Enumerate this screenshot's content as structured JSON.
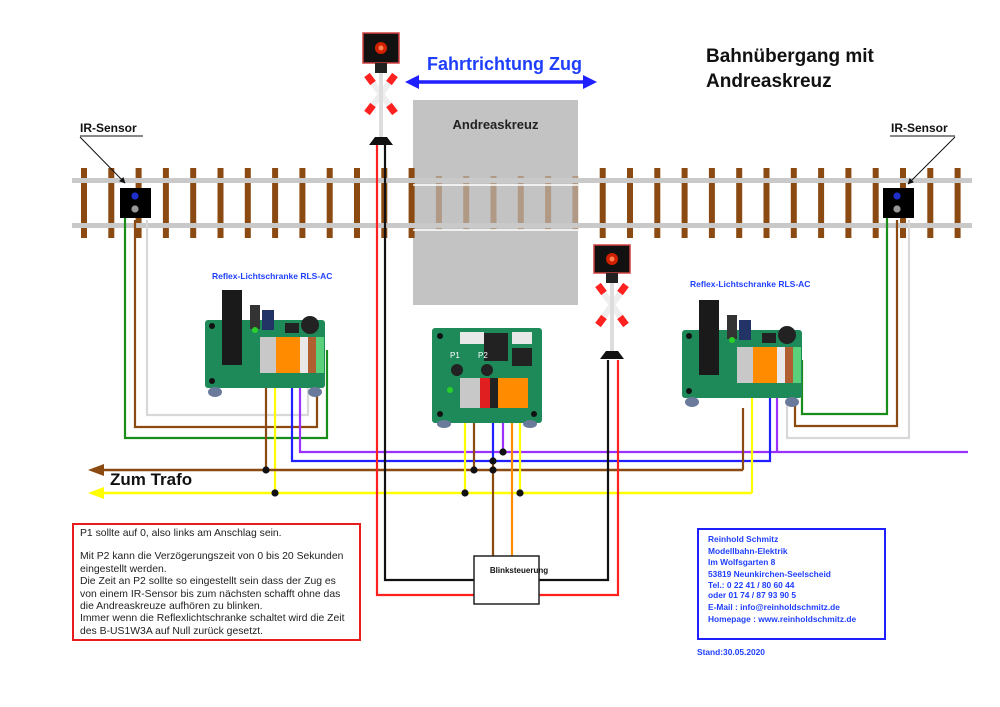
{
  "title": {
    "line1": "Bahnübergang mit",
    "line2": "Andreaskreuz"
  },
  "direction": {
    "label": "Fahrtrichtung Zug",
    "arrow": "double-arrow-icon"
  },
  "crossing_area": {
    "label": "Andreaskreuz"
  },
  "sensors": [
    {
      "label": "IR-Sensor",
      "side": "left"
    },
    {
      "label": "IR-Sensor",
      "side": "right"
    }
  ],
  "modules": {
    "rls_left": {
      "label": "Reflex-Lichtschranke RLS-AC"
    },
    "rls_right": {
      "label": "Reflex-Lichtschranke RLS-AC"
    },
    "timer": {
      "p1": "P1",
      "p2": "P2"
    }
  },
  "trafo": {
    "label": "Zum Trafo"
  },
  "blink_control": {
    "label": "Blinksteuerung"
  },
  "wire_colors": {
    "brown": "#8b4a12",
    "yellow": "#ffff00",
    "blue": "#1f1fff",
    "violet": "#9b30ff",
    "green": "#1a8c1a",
    "white": "#d8d8d8",
    "red": "#ff2020",
    "black": "#111111",
    "orange": "#ff8c00"
  },
  "note": {
    "p1": "P1 sollte auf 0, also links am Anschlag sein.",
    "p2": "Mit P2 kann die Verzögerungszeit von 0 bis 20 Sekunden eingestellt werden.",
    "p3": "Die Zeit an P2 sollte so eingestellt sein dass der Zug es von einem IR-Sensor bis zum nächsten schafft ohne das die Andreaskreuze aufhören zu blinken.",
    "p4": "Immer wenn die Reflexlichtschranke schaltet wird die Zeit des B-US1W3A auf Null zurück gesetzt."
  },
  "contact": {
    "name": "Reinhold Schmitz",
    "company": "Modellbahn-Elektrik",
    "street": "Im Wolfsgarten 8",
    "city": "53819 Neunkirchen-Seelscheid",
    "tel": "Tel.: 0 22 41 / 80 60 44",
    "tel_alt": "oder 01 74 / 87 93 90 5",
    "email": "E-Mail : info@reinholdschmitz.de",
    "homepage": "Homepage : www.reinholdschmitz.de"
  },
  "stand": "Stand:30.05.2020"
}
